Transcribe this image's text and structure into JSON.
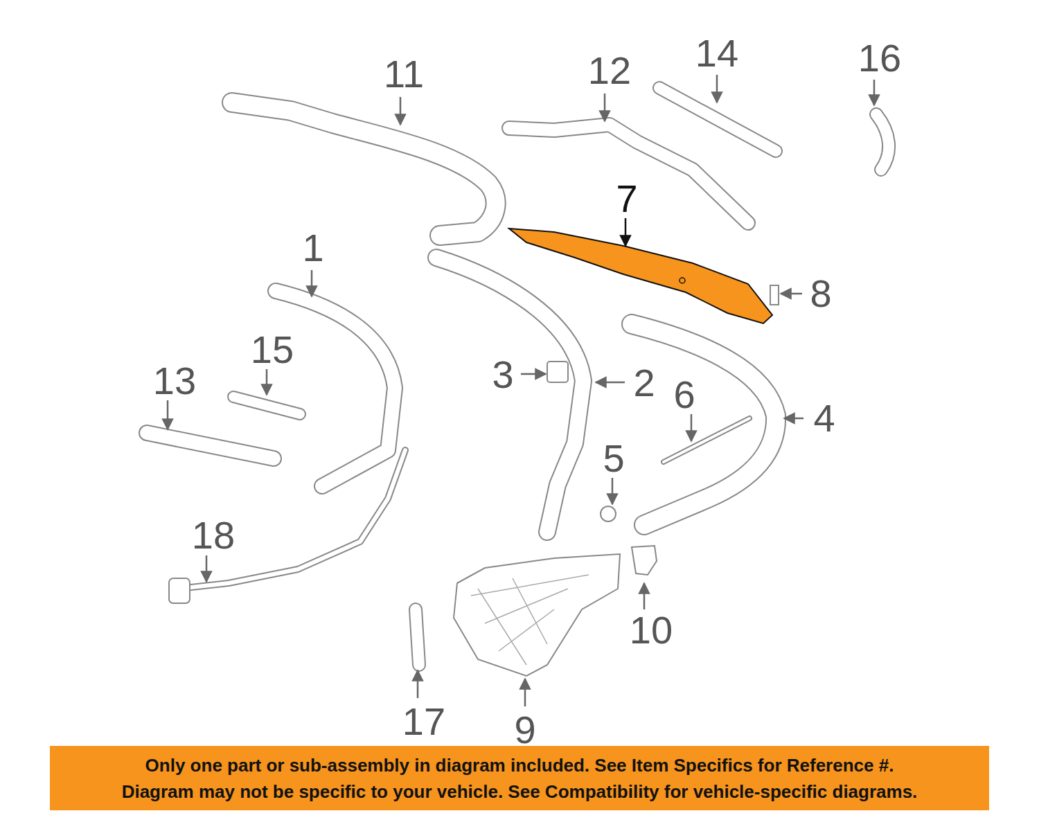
{
  "diagram": {
    "nodes": [
      {
        "text": [
          "Only one part or sub-assembly in diagram included. See Item Specifics for Reference #.",
          "Diagram may not be specific to your vehicle. See Compatibility for vehicle-specific diagrams."
        ]
      }
    ],
    "labels": [
      "11",
      "12",
      "14",
      "16",
      "7",
      "1",
      "8",
      "15",
      "13",
      "3",
      "2",
      "6",
      "4",
      "5",
      "18",
      "10",
      "17",
      "9"
    ]
  }
}
